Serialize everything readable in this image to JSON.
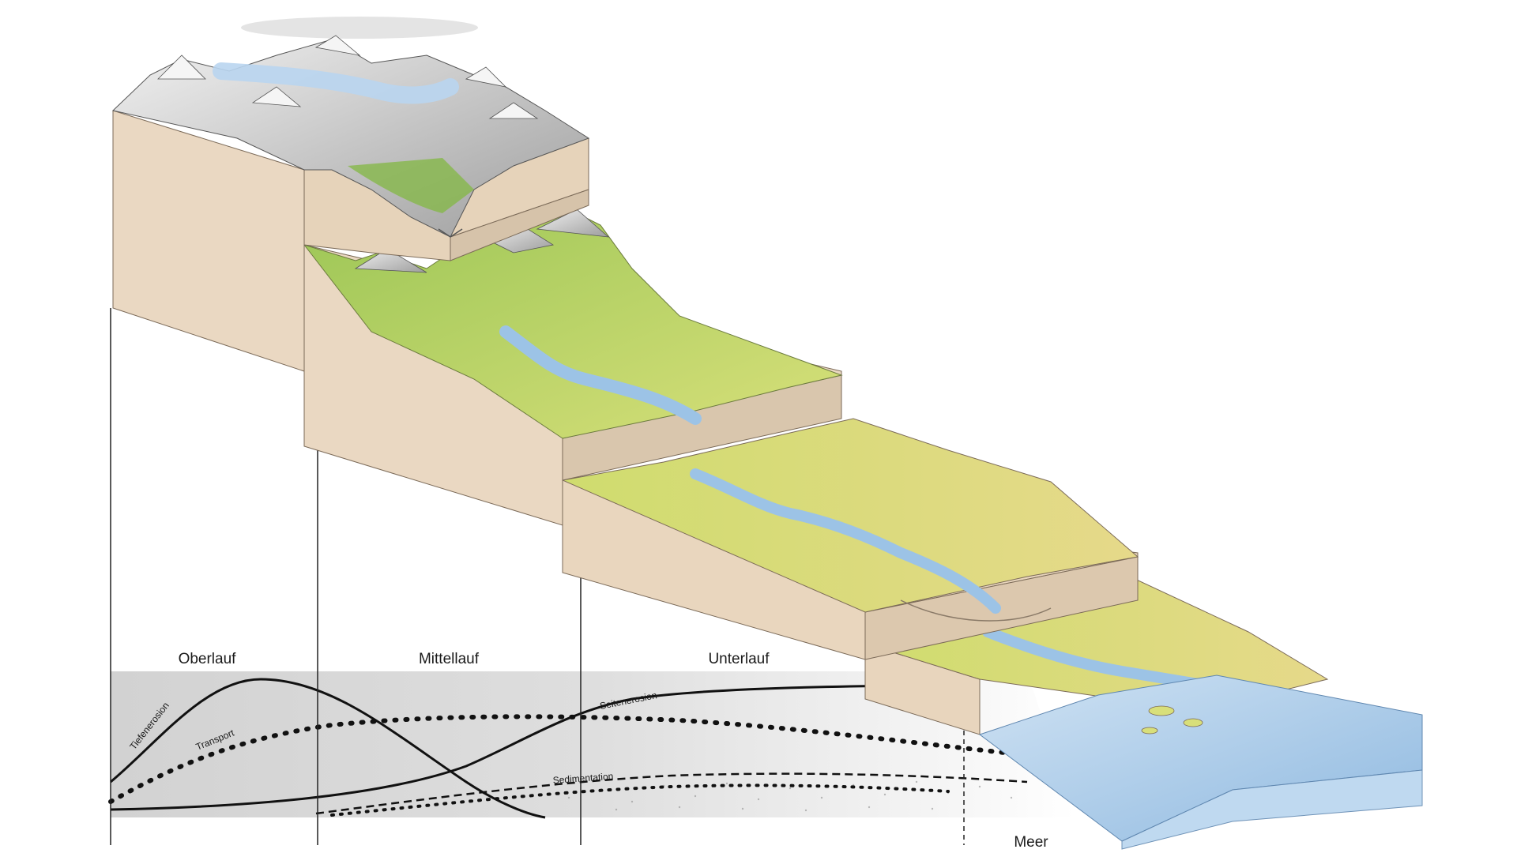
{
  "sections": {
    "upper": "Oberlauf",
    "middle": "Mittellauf",
    "lower": "Unterlauf",
    "sea": "Meer"
  },
  "curves": {
    "depth_erosion": "Tiefenerosion",
    "transport": "Transport",
    "lateral_erosion": "Seitenerosion",
    "sedimentation": "Sedimentation"
  },
  "colors": {
    "block_face": "#ead8c2",
    "block_top": "#d9c6ad",
    "rock": "#c9c9c9",
    "forest_green": "#86b84a",
    "meadow_green": "#c6d96a",
    "river_blue": "#9cc3e6",
    "sea_blue": "#a9cdea",
    "graph_band": "#dcdcdc"
  }
}
